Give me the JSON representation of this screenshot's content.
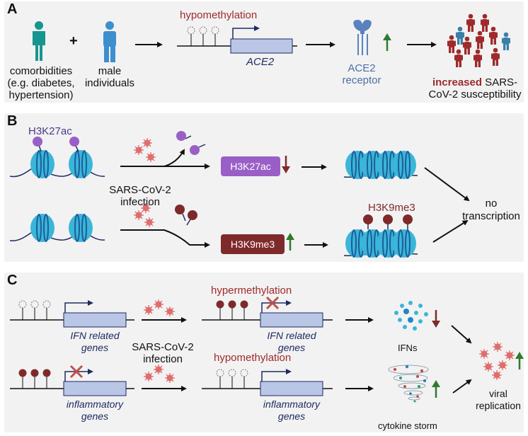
{
  "panelA": {
    "label": "A",
    "comorbidities": [
      "comorbidities",
      "(e.g. diabetes,",
      "hypertension)"
    ],
    "plus": "+",
    "male": [
      "male",
      "individuals"
    ],
    "hypomethylation": "hypomethylation",
    "gene": "ACE2",
    "receptor": [
      "ACE2",
      "receptor"
    ],
    "increased_bold": "increased",
    "increased_rest": " SARS-",
    "susceptibility": "CoV-2 susceptibility"
  },
  "panelB": {
    "label": "B",
    "mark_top": "H3K27ac",
    "box_top": "H3K27ac",
    "infection": [
      "SARS-CoV-2",
      "infection"
    ],
    "mark_bottom": "H3K9me3",
    "box_bottom": "H3K9me3",
    "result": [
      "no",
      "transcription"
    ]
  },
  "panelC": {
    "label": "C",
    "hypermethylation": "hypermethylation",
    "ifn_genes_left": [
      "IFN related",
      "genes"
    ],
    "ifn_genes_right": [
      "IFN related",
      "genes"
    ],
    "infection": [
      "SARS-CoV-2",
      "infection"
    ],
    "ifns": "IFNs",
    "hypomethylation": "hypomethylation",
    "infl_genes_left": [
      "inflammatory",
      "genes"
    ],
    "infl_genes_right": [
      "inflammatory",
      "genes"
    ],
    "cytokine": "cytokine storm",
    "viral": [
      "viral",
      "replication"
    ]
  },
  "colors": {
    "teal": "#17968f",
    "blue": "#3d8fce",
    "purple": "#9a5fc7",
    "maroon": "#7f2a2a",
    "green": "#2f7a2f",
    "nucleosome": "#3ab6d8",
    "virus": "#e06d6d"
  }
}
